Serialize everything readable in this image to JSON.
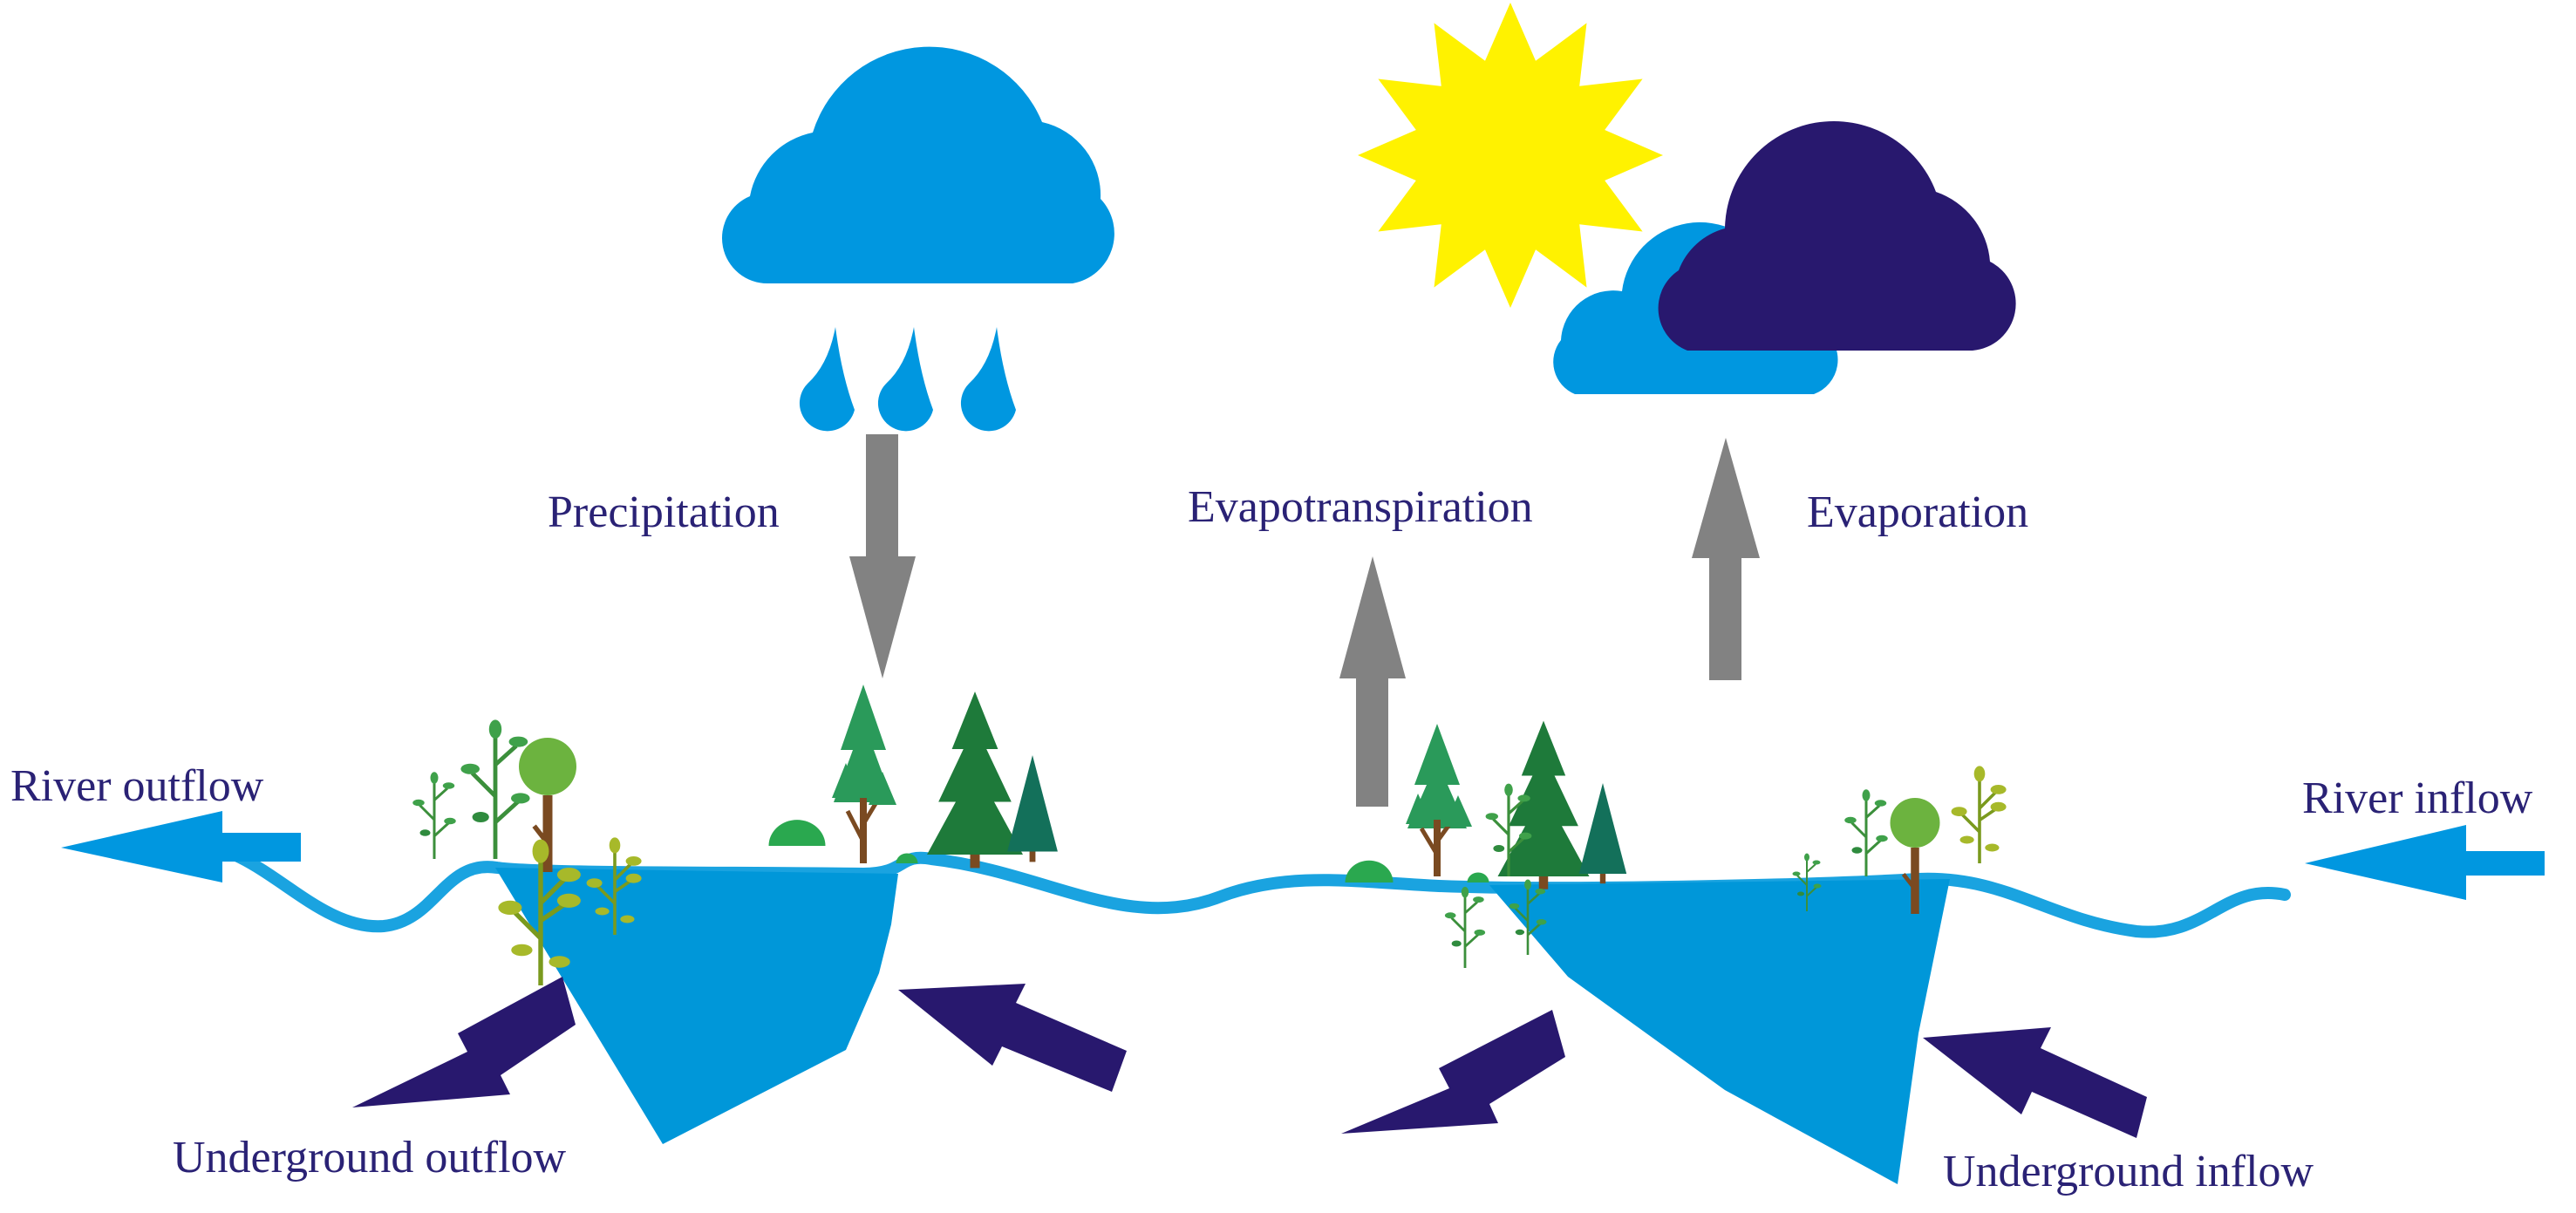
{
  "labels": {
    "precipitation": "Precipitation",
    "evapotranspiration": "Evapotranspiration",
    "evaporation": "Evaporation",
    "river_outflow": "River outflow",
    "river_inflow": "River inflow",
    "underground_outflow": "Underground outflow",
    "underground_inflow": "Underground inflow"
  },
  "colors": {
    "water": "#0097d9",
    "river": "#1aa3e0",
    "cloud_light": "#0097e0",
    "cloud_dark": "#28186e",
    "sun": "#fff200",
    "gray_arrow": "#828282",
    "dark_arrow": "#28186e",
    "label_text": "#2a2275"
  },
  "icons": [
    "rain-cloud-icon",
    "raindrop-icon",
    "sun-icon",
    "cloud-icon",
    "tree-icon",
    "shrub-icon",
    "plant-icon"
  ]
}
